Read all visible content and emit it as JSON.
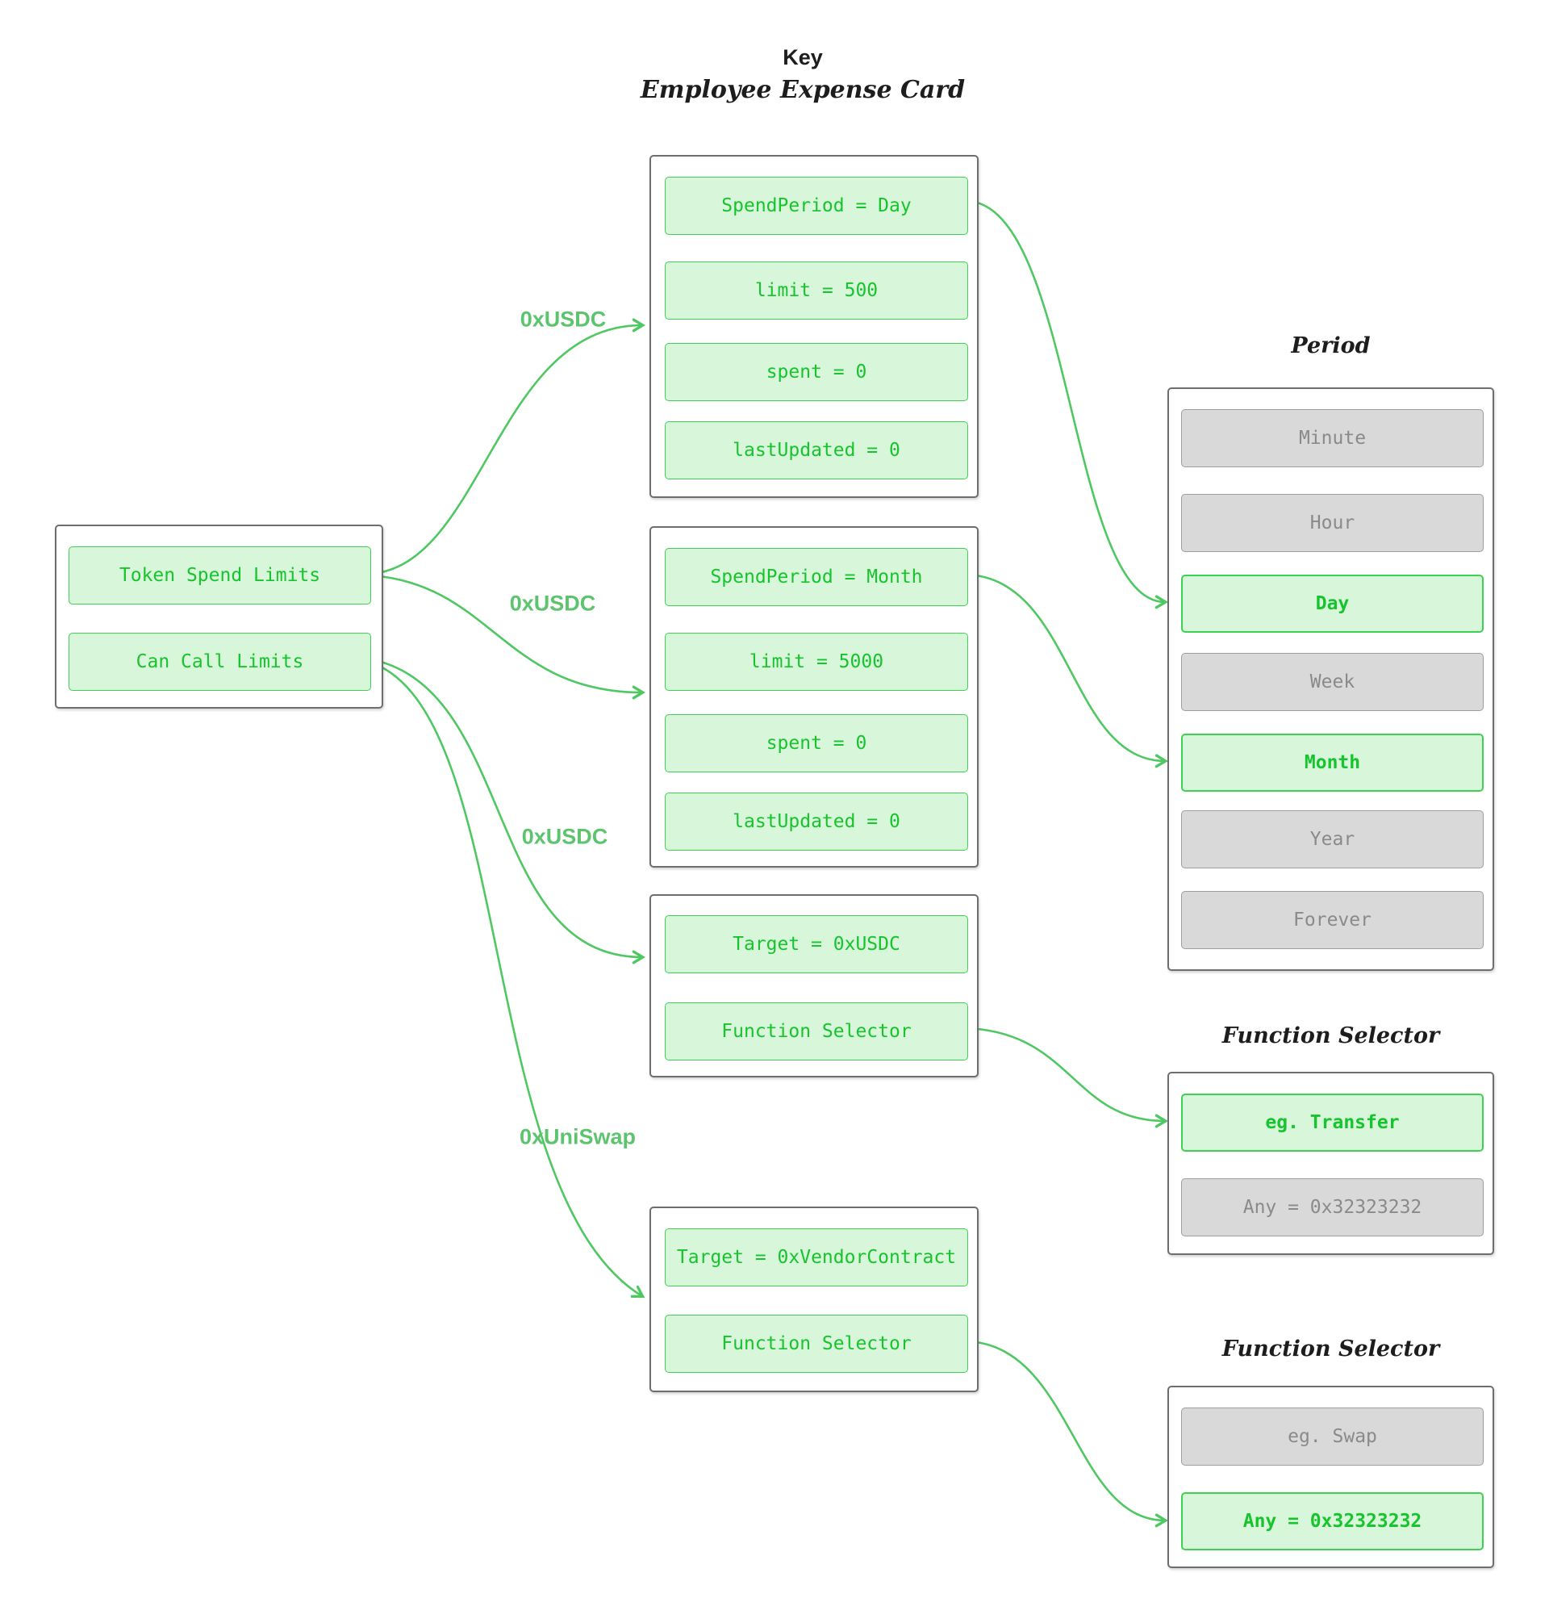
{
  "header": {
    "title": "Key",
    "subtitle": "Employee Expense Card"
  },
  "left_panel": {
    "rows": [
      {
        "label": "Token Spend Limits"
      },
      {
        "label": "Can Call Limits"
      }
    ]
  },
  "center_panels": [
    {
      "rows": [
        {
          "label": "SpendPeriod = Day"
        },
        {
          "label": "limit = 500"
        },
        {
          "label": "spent = 0"
        },
        {
          "label": "lastUpdated = 0"
        }
      ]
    },
    {
      "rows": [
        {
          "label": "SpendPeriod = Month"
        },
        {
          "label": "limit = 5000"
        },
        {
          "label": "spent = 0"
        },
        {
          "label": "lastUpdated = 0"
        }
      ]
    },
    {
      "rows": [
        {
          "label": "Target = 0xUSDC"
        },
        {
          "label": "Function Selector"
        }
      ]
    },
    {
      "rows": [
        {
          "label": "Target = 0xVendorContract"
        },
        {
          "label": "Function Selector"
        }
      ]
    }
  ],
  "right_panels": [
    {
      "title": "Period",
      "rows": [
        {
          "label": "Minute",
          "highlighted": false
        },
        {
          "label": "Hour",
          "highlighted": false
        },
        {
          "label": "Day",
          "highlighted": true
        },
        {
          "label": "Week",
          "highlighted": false
        },
        {
          "label": "Month",
          "highlighted": true
        },
        {
          "label": "Year",
          "highlighted": false
        },
        {
          "label": "Forever",
          "highlighted": false
        }
      ]
    },
    {
      "title": "Function Selector",
      "rows": [
        {
          "label": "eg. Transfer",
          "highlighted": true
        },
        {
          "label": "Any = 0x32323232",
          "highlighted": false
        }
      ]
    },
    {
      "title": "Function Selector",
      "rows": [
        {
          "label": "eg. Swap",
          "highlighted": false
        },
        {
          "label": "Any = 0x32323232",
          "highlighted": true
        }
      ]
    }
  ],
  "edges": [
    {
      "label": "0xUSDC",
      "from": "Token Spend Limits",
      "to": "SpendPeriod = Day card"
    },
    {
      "label": "0xUSDC",
      "from": "Token Spend Limits",
      "to": "SpendPeriod = Month card"
    },
    {
      "label": "0xUSDC",
      "from": "Can Call Limits",
      "to": "Target = 0xUSDC card"
    },
    {
      "label": "0xUniSwap",
      "from": "Can Call Limits",
      "to": "Target = 0xVendorContract card"
    },
    {
      "label": "",
      "from": "SpendPeriod = Day",
      "to": "Period: Day"
    },
    {
      "label": "",
      "from": "SpendPeriod = Month",
      "to": "Period: Month"
    },
    {
      "label": "",
      "from": "Function Selector (0xUSDC)",
      "to": "eg. Transfer"
    },
    {
      "label": "",
      "from": "Function Selector (0xVendorContract)",
      "to": "Any = 0x32323232"
    }
  ],
  "colors": {
    "green_text": "#17c42d",
    "green_border": "#3ed153",
    "green_fill": "#d7f6da",
    "gray_fill": "#d9d9d9",
    "gray_border": "#9e9e9e",
    "gray_text": "#8a8a8a",
    "edge_green": "#4fc863",
    "edge_label_green": "#5dc46e",
    "container_border": "#6e6e6e",
    "title_color": "#1d1d1d"
  }
}
